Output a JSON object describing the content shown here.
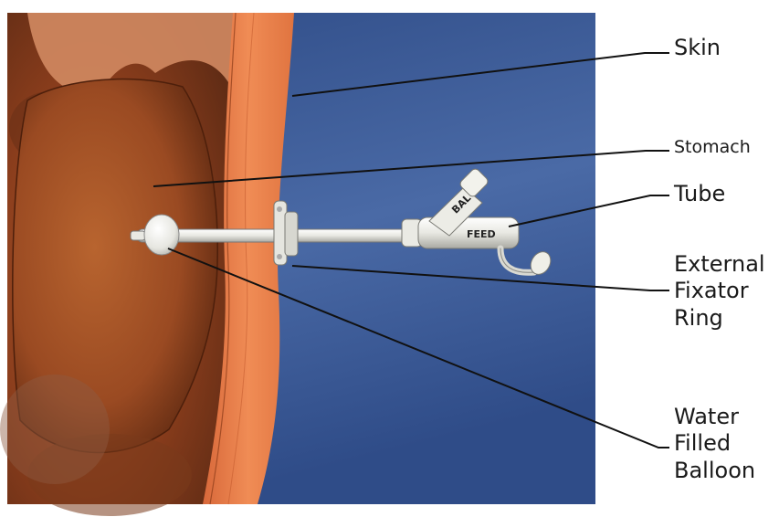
{
  "labels": {
    "skin": "Skin",
    "stomach": "Stomach",
    "tube": "Tube",
    "ring": [
      "External",
      "Fixator",
      "Ring"
    ],
    "balloon": [
      "Water",
      "Filled",
      "Balloon"
    ]
  },
  "tube_markings": {
    "bal": "BAL",
    "feed": "FEED"
  },
  "colors": {
    "background_blue": "#3f5f99",
    "skin_orange": "#e87a45",
    "stomach_brown": "#9a4a22",
    "tube_white": "#efefe8"
  }
}
